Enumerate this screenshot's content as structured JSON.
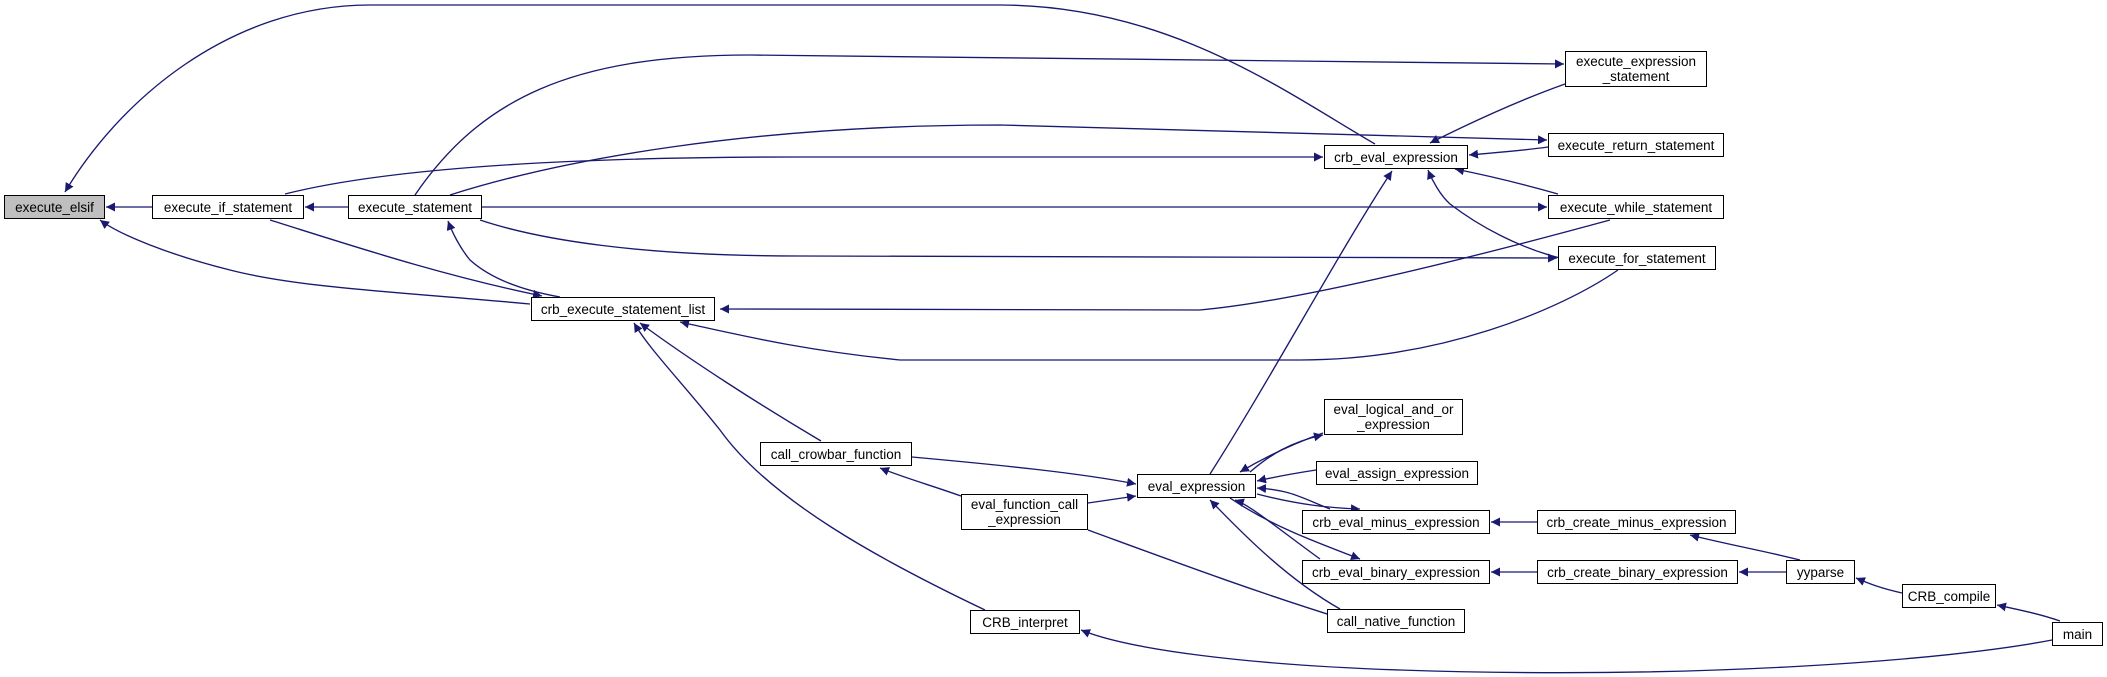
{
  "graph": {
    "root": "execute_elsif",
    "edge_color": "#191970",
    "root_fill": "#bfbfbf",
    "nodes": {
      "execute_elsif": "execute_elsif",
      "execute_if_statement": "execute_if_statement",
      "execute_statement": "execute_statement",
      "crb_eval_expression": "crb_eval_expression",
      "execute_expression_statement": "execute_expression\n_statement",
      "execute_return_statement": "execute_return_statement",
      "execute_while_statement": "execute_while_statement",
      "execute_for_statement": "execute_for_statement",
      "crb_execute_statement_list": "crb_execute_statement_list",
      "call_crowbar_function": "call_crowbar_function",
      "eval_function_call_expression": "eval_function_call\n_expression",
      "eval_expression": "eval_expression",
      "eval_logical_and_or_expression": "eval_logical_and_or\n_expression",
      "eval_assign_expression": "eval_assign_expression",
      "crb_eval_minus_expression": "crb_eval_minus_expression",
      "crb_eval_binary_expression": "crb_eval_binary_expression",
      "call_native_function": "call_native_function",
      "crb_create_minus_expression": "crb_create_minus_expression",
      "crb_create_binary_expression": "crb_create_binary_expression",
      "yyparse": "yyparse",
      "CRB_compile": "CRB_compile",
      "main": "main",
      "CRB_interpret": "CRB_interpret"
    },
    "edges": [
      [
        "execute_if_statement",
        "execute_elsif"
      ],
      [
        "crb_eval_expression",
        "execute_elsif"
      ],
      [
        "crb_execute_statement_list",
        "execute_elsif"
      ],
      [
        "execute_statement",
        "execute_if_statement"
      ],
      [
        "crb_execute_statement_list",
        "execute_statement"
      ],
      [
        "execute_if_statement",
        "crb_eval_expression"
      ],
      [
        "execute_expression_statement",
        "crb_eval_expression"
      ],
      [
        "execute_return_statement",
        "crb_eval_expression"
      ],
      [
        "execute_while_statement",
        "crb_eval_expression"
      ],
      [
        "execute_for_statement",
        "crb_eval_expression"
      ],
      [
        "eval_expression",
        "crb_eval_expression"
      ],
      [
        "execute_statement",
        "execute_expression_statement"
      ],
      [
        "execute_statement",
        "execute_return_statement"
      ],
      [
        "execute_statement",
        "execute_while_statement"
      ],
      [
        "execute_statement",
        "execute_for_statement"
      ],
      [
        "execute_if_statement",
        "crb_execute_statement_list"
      ],
      [
        "execute_while_statement",
        "crb_execute_statement_list"
      ],
      [
        "execute_for_statement",
        "crb_execute_statement_list"
      ],
      [
        "call_crowbar_function",
        "crb_execute_statement_list"
      ],
      [
        "CRB_interpret",
        "crb_execute_statement_list"
      ],
      [
        "eval_function_call_expression",
        "call_crowbar_function"
      ],
      [
        "call_crowbar_function",
        "eval_expression"
      ],
      [
        "eval_function_call_expression",
        "eval_expression"
      ],
      [
        "eval_logical_and_or_expression",
        "eval_expression"
      ],
      [
        "eval_assign_expression",
        "eval_expression"
      ],
      [
        "crb_eval_minus_expression",
        "eval_expression"
      ],
      [
        "crb_eval_binary_expression",
        "eval_expression"
      ],
      [
        "call_native_function",
        "eval_expression"
      ],
      [
        "eval_expression",
        "eval_logical_and_or_expression"
      ],
      [
        "eval_expression",
        "crb_eval_minus_expression"
      ],
      [
        "eval_expression",
        "crb_eval_binary_expression"
      ],
      [
        "eval_function_call_expression",
        "call_native_function"
      ],
      [
        "crb_create_minus_expression",
        "crb_eval_minus_expression"
      ],
      [
        "crb_create_binary_expression",
        "crb_eval_binary_expression"
      ],
      [
        "yyparse",
        "crb_create_minus_expression"
      ],
      [
        "yyparse",
        "crb_create_binary_expression"
      ],
      [
        "CRB_compile",
        "yyparse"
      ],
      [
        "main",
        "CRB_compile"
      ],
      [
        "main",
        "CRB_interpret"
      ]
    ]
  }
}
